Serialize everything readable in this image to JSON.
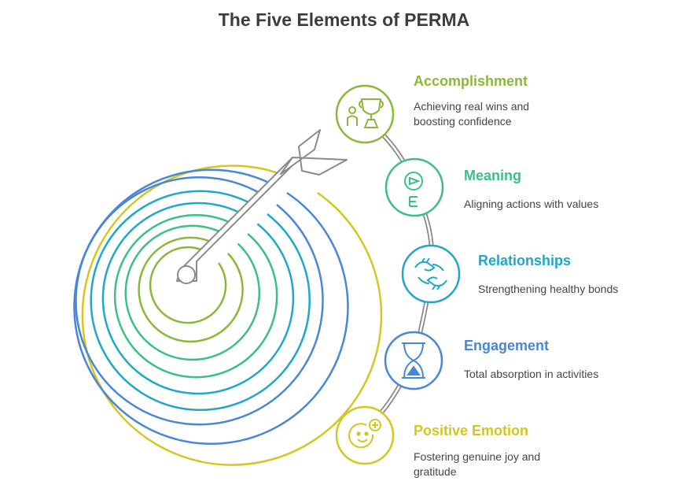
{
  "title": "The Five Elements of PERMA",
  "colors": {
    "accomplishment": "#8bb83a",
    "meaning": "#3cbf86",
    "relationships": "#1fa7c9",
    "engagement": "#4a86d6",
    "positive_emotion": "#d6c51e",
    "connector": "#888888",
    "arrow": "#8a8a8a",
    "title": "#3d3d3d"
  },
  "elements": [
    {
      "name": "Accomplishment",
      "description": "Achieving real wins and boosting confidence",
      "icon": "trophy-person-icon"
    },
    {
      "name": "Meaning",
      "description": "Aligning actions with values",
      "icon": "compass-icon"
    },
    {
      "name": "Relationships",
      "description": "Strengthening healthy bonds",
      "icon": "handshake-icon"
    },
    {
      "name": "Engagement",
      "description": "Total absorption in activities",
      "icon": "hourglass-icon"
    },
    {
      "name": "Positive Emotion",
      "description": "Fostering genuine joy and gratitude",
      "icon": "smiley-plus-icon"
    }
  ]
}
